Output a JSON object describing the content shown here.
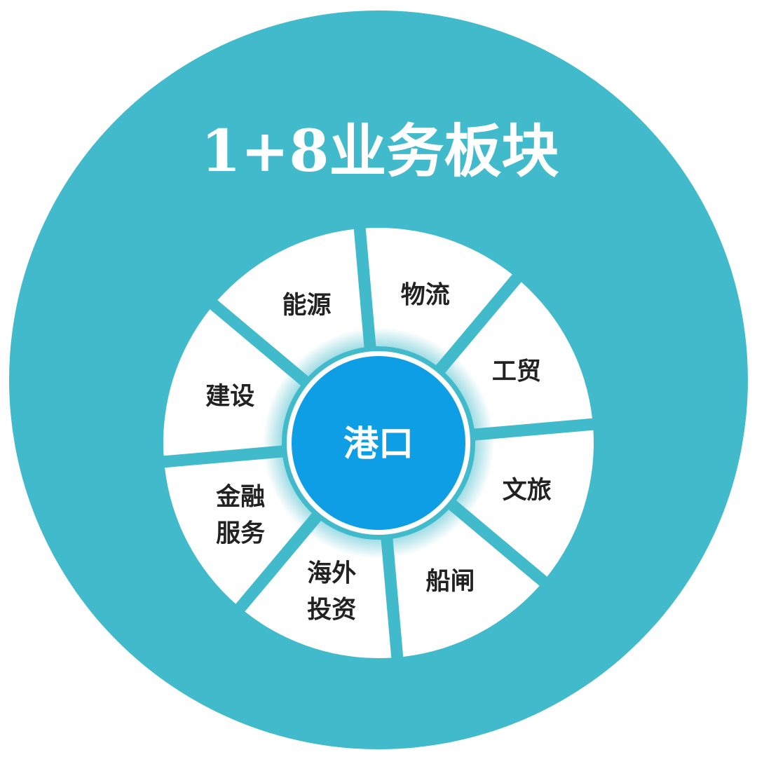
{
  "title": "1+8业务板块",
  "center": {
    "label": "港口"
  },
  "segments": [
    {
      "lines": [
        "物流"
      ]
    },
    {
      "lines": [
        "工贸"
      ]
    },
    {
      "lines": [
        "文旅"
      ]
    },
    {
      "lines": [
        "船闸"
      ]
    },
    {
      "lines": [
        "海外",
        "投资"
      ]
    },
    {
      "lines": [
        "金融",
        "服务"
      ]
    },
    {
      "lines": [
        "建设"
      ]
    },
    {
      "lines": [
        "能源"
      ]
    }
  ],
  "colors": {
    "outer_circle": "#41BACB",
    "segment_fill": "#FFFFFF",
    "center_fill": "#0E9EE6",
    "title_text": "#FFFFFF",
    "segment_text": "#222222",
    "center_text": "#FFFFFF"
  }
}
